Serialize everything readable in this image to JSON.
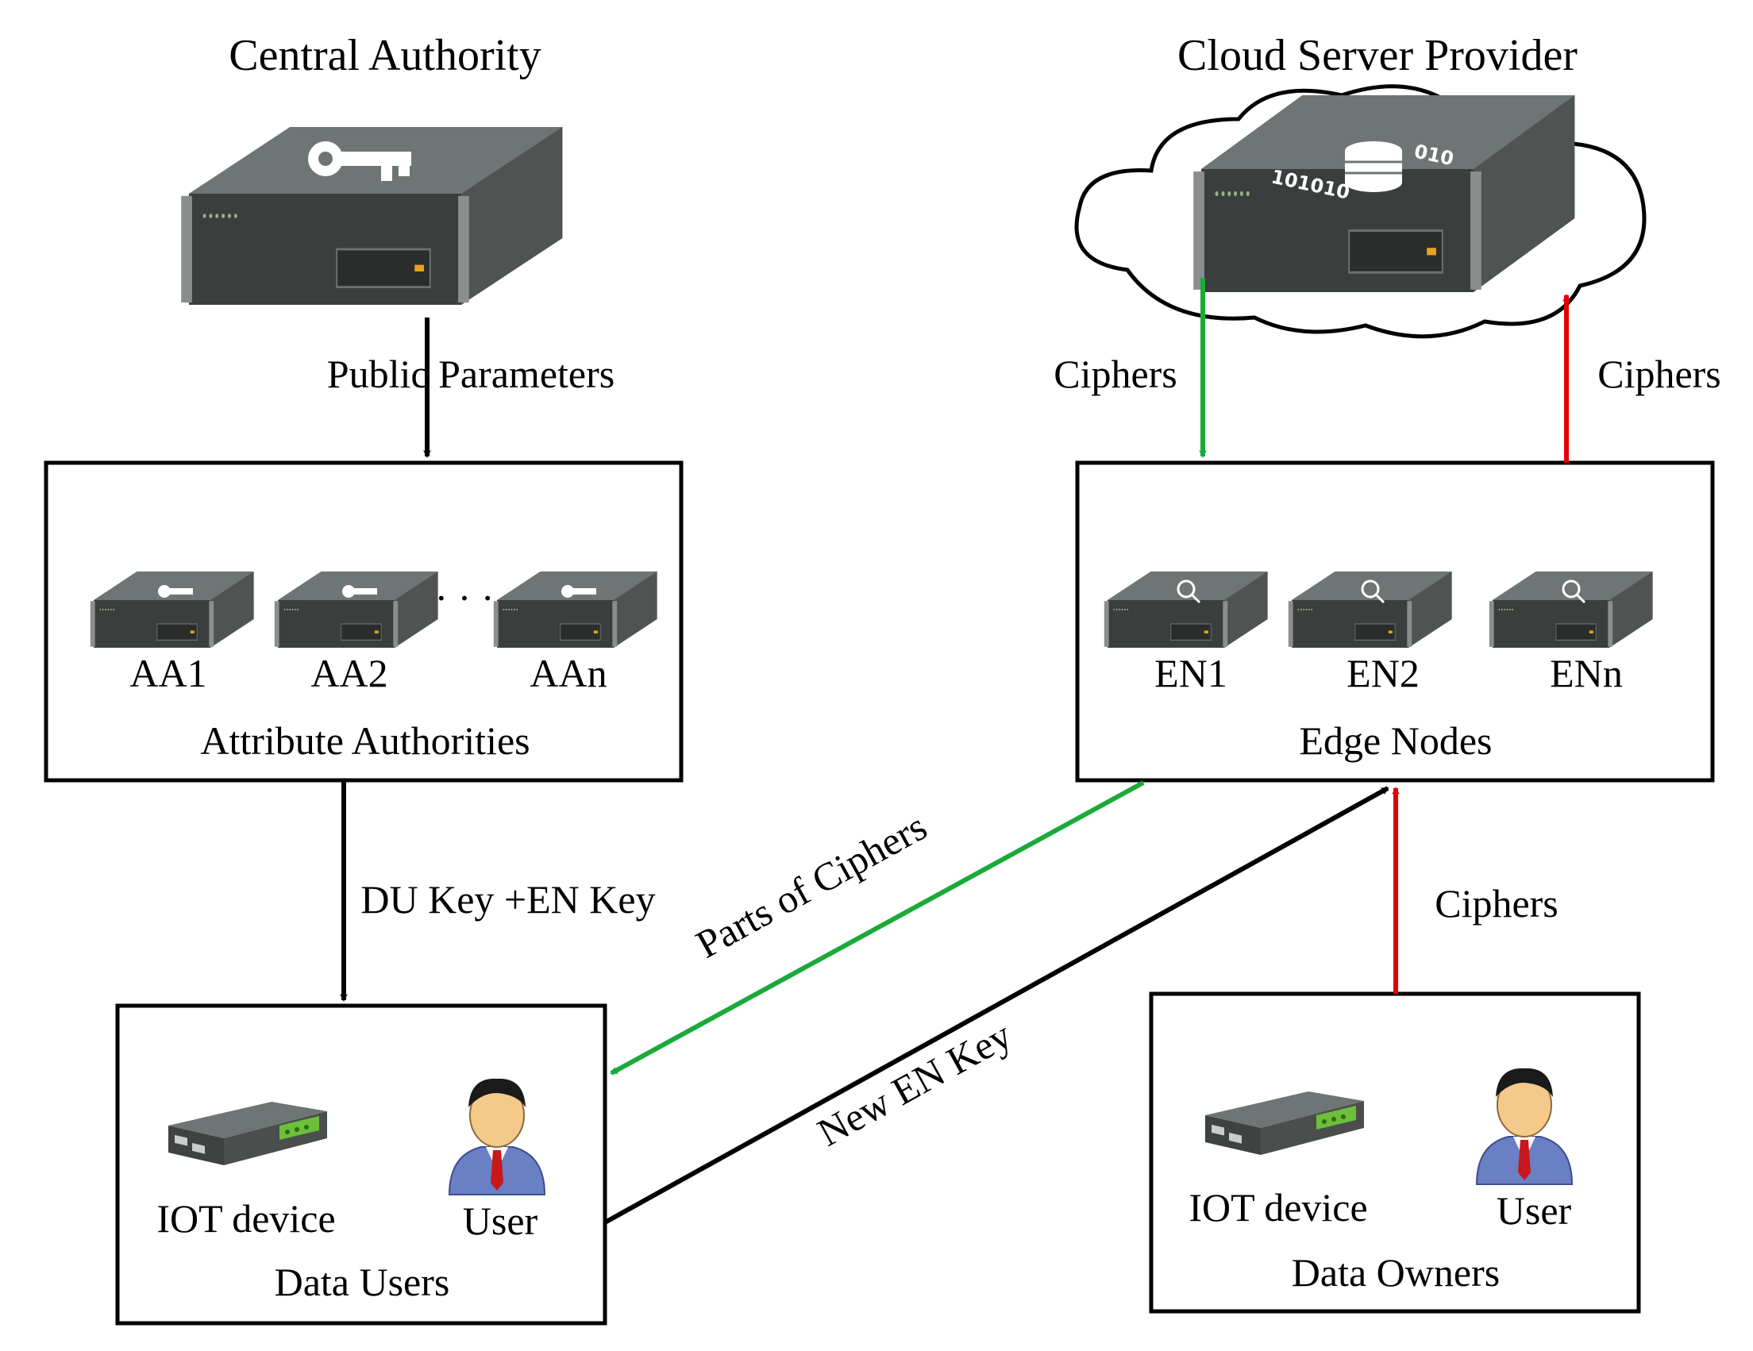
{
  "nodes": {
    "central_authority": {
      "title": "Central Authority"
    },
    "cloud_server_provider": {
      "title": "Cloud Server Provider"
    },
    "attribute_authorities": {
      "title": "Attribute Authorities",
      "items": [
        "AA1",
        "AA2",
        "AAn"
      ],
      "ellipsis": "· · ·"
    },
    "edge_nodes": {
      "title": "Edge Nodes",
      "items": [
        "EN1",
        "EN2",
        "ENn"
      ]
    },
    "data_users": {
      "title": "Data Users",
      "device_label": "IOT device",
      "user_label": "User"
    },
    "data_owners": {
      "title": "Data Owners",
      "device_label": "IOT device",
      "user_label": "User"
    }
  },
  "edges": {
    "public_parameters": "Public Parameters",
    "ciphers_down": "Ciphers",
    "ciphers_up": "Ciphers",
    "du_en_key": "DU Key +EN Key",
    "parts_of_ciphers": "Parts of Ciphers",
    "new_en_key": "New EN Key",
    "ciphers_owner": "Ciphers"
  },
  "colors": {
    "green_arrow": "#1aaa3a",
    "red_arrow": "#e00000",
    "black_arrow": "#000000",
    "server_body": "#4a4f4e",
    "iot_green": "#6dbf3a"
  }
}
